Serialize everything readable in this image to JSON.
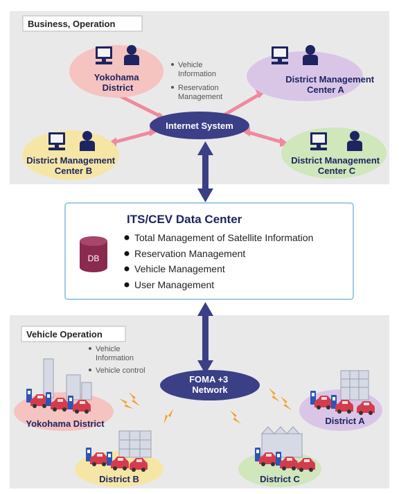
{
  "top_section": {
    "title": "Business, Operation",
    "hub": "Internet System",
    "bullets": [
      "Vehicle",
      "Information",
      "Reservation",
      "Management"
    ],
    "nodes": {
      "yokohama": [
        "Yokohama",
        "District"
      ],
      "a": [
        "District Management",
        "Center A"
      ],
      "b": [
        "District Management",
        "Center B"
      ],
      "c": [
        "District Management",
        "Center C"
      ]
    }
  },
  "data_center": {
    "title": "ITS/CEV Data Center",
    "db_label": "DB",
    "items": [
      "Total Management of Satellite Information",
      "Reservation Management",
      "Vehicle Management",
      "User Management"
    ]
  },
  "bottom_section": {
    "title": "Vehicle Operation",
    "hub": [
      "FOMA +3",
      "Network"
    ],
    "bullets": [
      "Vehicle",
      "Information",
      "Vehicle control"
    ],
    "districts": {
      "yokohama": "Yokohama District",
      "a": "District A",
      "b": "District B",
      "c": "District C"
    }
  },
  "colors": {
    "panel_bg": "#e9e9ea",
    "hub": "#3b3f86",
    "arrow_pink": "#ef8a9c",
    "data_center_border": "#9ccde2",
    "ellipse_pink": "#f5c3c0",
    "ellipse_purple": "#d9c6e7",
    "ellipse_yellow": "#f6e6a6",
    "ellipse_green": "#cfe7bb",
    "lightning": "#f2a01f",
    "db": "#8a2a4e",
    "icon": "#1d2461",
    "car_red": "#d43c4e",
    "car_blue": "#2b56b8"
  }
}
